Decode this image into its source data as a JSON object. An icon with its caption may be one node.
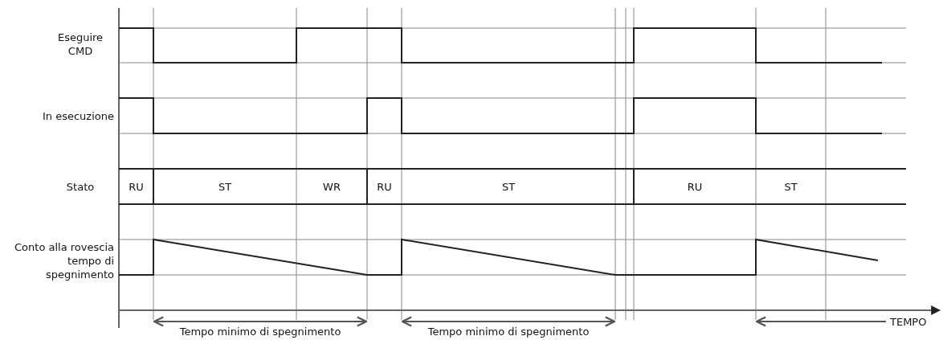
{
  "diagram": {
    "labels": [
      "Eseguire CMD",
      "In esecuzione",
      "Stato",
      "RU",
      "ST",
      "WR",
      "RU",
      "ST",
      "RU",
      "ST",
      "Conto alla rovescia tempo di spegnimento",
      "Tempo minimo di spegnimento",
      "Tempo minimo di spegnimento",
      "TEMPO"
    ]
  }
}
